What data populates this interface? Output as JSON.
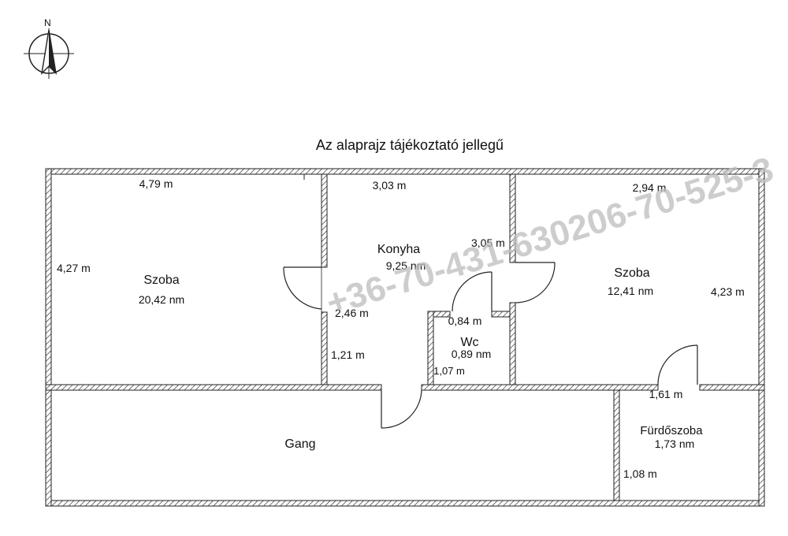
{
  "compass": {
    "north_label": "N"
  },
  "title": "Az alaprajz tájékoztató jellegű",
  "rooms": {
    "szoba_left": {
      "name": "Szoba",
      "area": "20,42 nm",
      "dim_width": "4,79 m",
      "dim_height": "4,27 m"
    },
    "konyha": {
      "name": "Konyha",
      "area": "9,25 nm",
      "dim_width": "3,03 m",
      "dim_height": "3,05 m",
      "dim_inner": "2,46 m",
      "dim_lower": "1,21 m"
    },
    "wc": {
      "name": "Wc",
      "area": "0,89 nm",
      "dim_width": "0,84 m",
      "dim_height": "1,07 m"
    },
    "szoba_right": {
      "name": "Szoba",
      "area": "12,41 nm",
      "dim_width": "2,94 m",
      "dim_height": "4,23 m"
    },
    "gang": {
      "name": "Gang"
    },
    "furdoszoba": {
      "name": "Fürdőszoba",
      "area": "1,73 nm",
      "dim_width": "1,61 m",
      "dim_height": "1,08 m"
    }
  },
  "watermark": "+36-70-431-630206-70-525-3"
}
